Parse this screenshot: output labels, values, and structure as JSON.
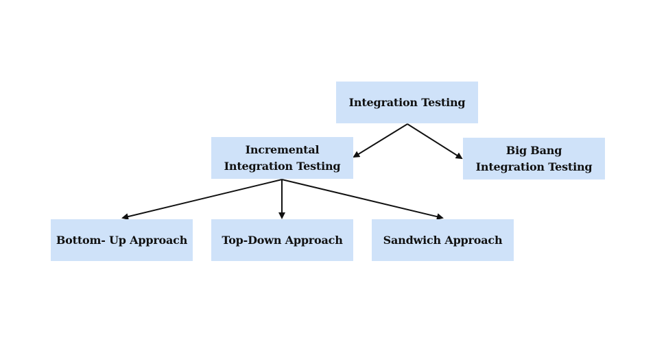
{
  "colors": {
    "node_fill": "#cfe2f9",
    "edge": "#111111",
    "text": "#111111",
    "background": "#ffffff"
  },
  "nodes": {
    "root": {
      "line1": "Integration Testing"
    },
    "incremental": {
      "line1": "Incremental",
      "line2": "Integration Testing"
    },
    "bigbang": {
      "line1": "Big Bang",
      "line2": "Integration Testing"
    },
    "bottom_up": {
      "line1": "Bottom- Up Approach"
    },
    "top_down": {
      "line1": "Top-Down Approach"
    },
    "sandwich": {
      "line1": "Sandwich Approach"
    }
  },
  "edges": [
    {
      "from": "root",
      "to": "incremental"
    },
    {
      "from": "root",
      "to": "bigbang"
    },
    {
      "from": "incremental",
      "to": "bottom_up"
    },
    {
      "from": "incremental",
      "to": "top_down"
    },
    {
      "from": "incremental",
      "to": "sandwich"
    }
  ]
}
